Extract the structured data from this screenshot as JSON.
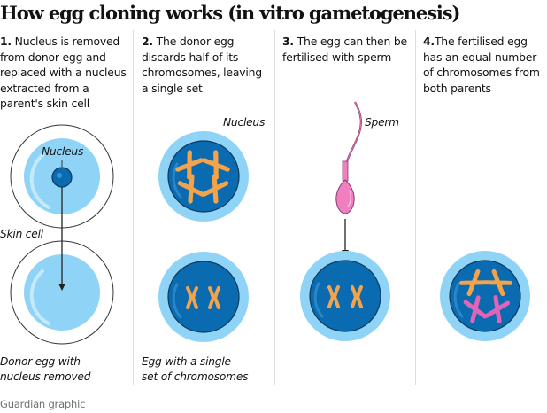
{
  "title": "How egg cloning works (in vitro gametogenesis)",
  "steps": [
    {
      "number": "1.",
      "text": " Nucleus is removed from donor egg and replaced with a nucleus extracted from a parent's skin cell"
    },
    {
      "number": "2.",
      "text": " The donor egg discards half of its chromosomes, leaving a single set"
    },
    {
      "number": "3.",
      "text": " The egg can then be fertilised with sperm"
    },
    {
      "number": "4.",
      "text": "The fertilised egg has an equal number of chromosomes from both parents"
    }
  ],
  "labels": {
    "nucleus_1": "Nucleus",
    "skin_cell": "Skin cell",
    "donor_egg_line1": "Donor egg with",
    "donor_egg_line2": "nucleus removed",
    "nucleus_2": "Nucleus",
    "single_set_line1": "Egg with a single",
    "single_set_line2": "set of chromosomes",
    "sperm": "Sperm"
  },
  "credit": "Guardian graphic",
  "colors": {
    "cytoplasm_light": "#8fd4f7",
    "cytoplasm_highlight": "#c4e9fb",
    "nucleus_blue": "#0a6bb0",
    "nucleus_outline": "#0b3a5e",
    "chromosome_orange": "#f5a34a",
    "chromosome_pink": "#e064b8",
    "sperm_pink": "#f07ec0",
    "sperm_tail": "#8a3a6a",
    "arrow": "#222222",
    "divider": "#dcdcdc",
    "credit_text": "#707070"
  }
}
